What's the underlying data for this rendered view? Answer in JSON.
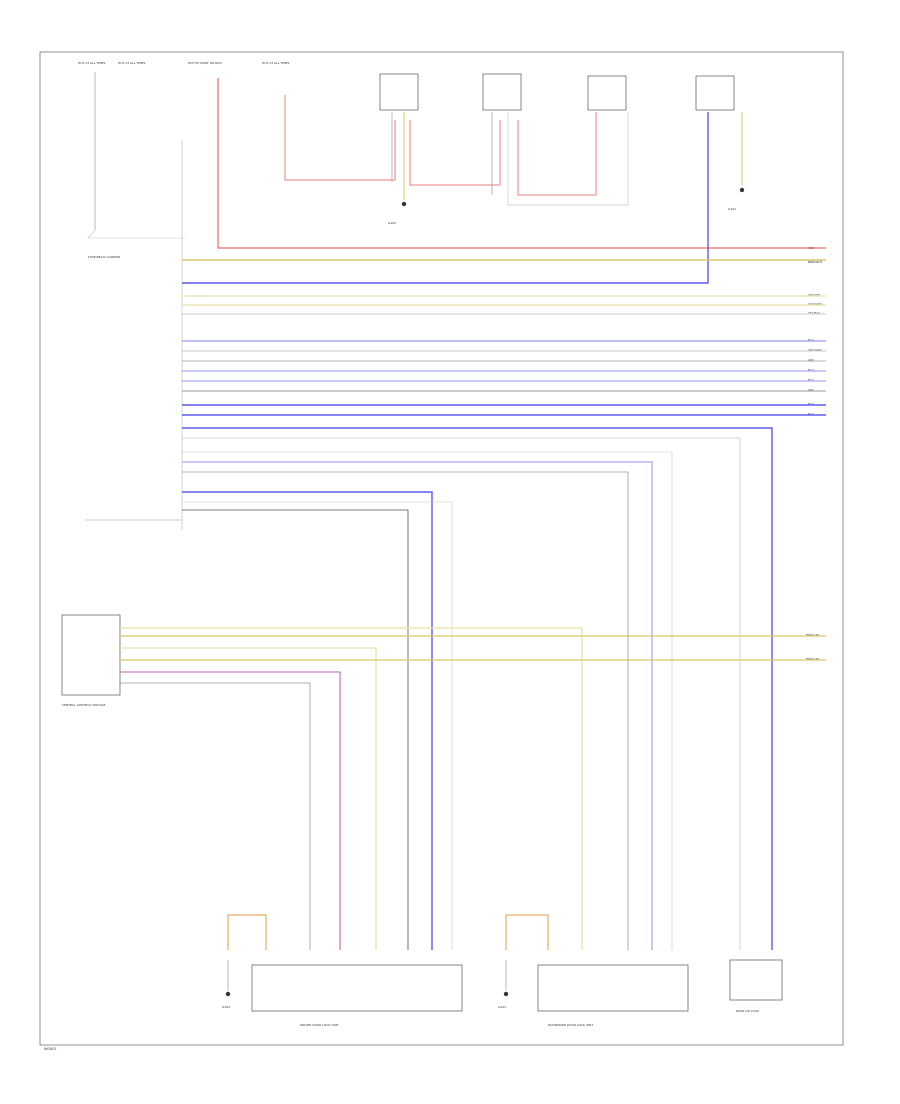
{
  "diagram": {
    "footer_code": "W0001",
    "colors": {
      "red": "#f06a6a",
      "pink": "#f29a9a",
      "blue": "#5c5cf2",
      "lightblue": "#a9a9f5",
      "yellow": "#d9c76a",
      "paleyellow": "#e8e2a8",
      "orange": "#e8b06a",
      "gray": "#9a9a9a",
      "lightgray": "#c8c8c8",
      "dark": "#555555",
      "purple": "#c25fc2"
    },
    "fuse_labels": [
      "HOT AT ALL TIMES",
      "HOT AT ALL TIMES",
      "HOT IN START OR RUN",
      "HOT AT ALL TIMES"
    ],
    "component_labels": {
      "fuse_block": "FUSE/RELAY CARRIER",
      "ground_1": "G100",
      "ground_2": "G101",
      "ground_3": "G102",
      "ground_4": "G103",
      "central_module": "CENTRAL CONTROL MODULE",
      "driver_lock": "DRIVER DOOR LOCK UNIT",
      "passenger_lock": "PASSENGER DOOR LOCK UNIT",
      "rear_lock": "REAR LID LOCK"
    },
    "right_labels_upper": [
      "RED",
      "BRN/WHT",
      "GRY/YEL",
      "GRY/GRN",
      "YEL/BLK"
    ],
    "right_labels_mid": [
      "BLU",
      "GRY/GRN",
      "GRY",
      "BLU",
      "BLU",
      "GRY",
      "BLU",
      "BLU"
    ],
    "right_labels_lower": [
      "BRN/GRY",
      "BRN/GRY"
    ]
  }
}
